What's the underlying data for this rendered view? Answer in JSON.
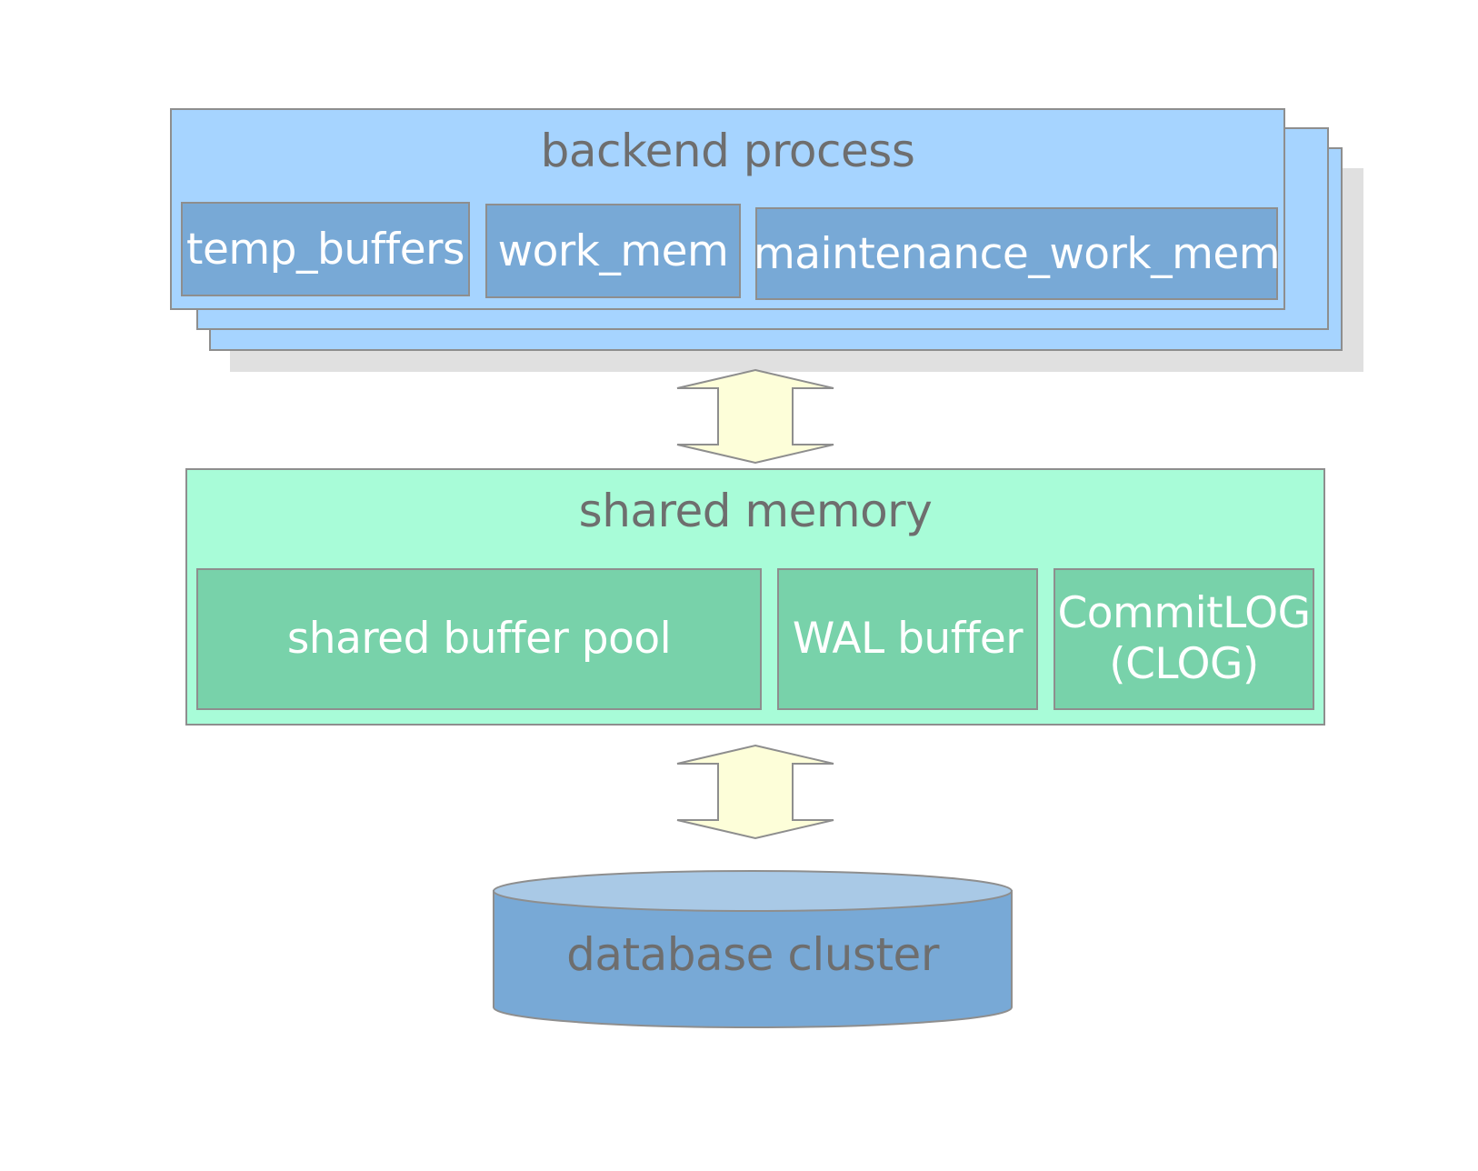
{
  "backend_process": {
    "title": "backend process",
    "boxes": [
      "temp_buffers",
      "work_mem",
      "maintenance_work_mem"
    ]
  },
  "shared_memory": {
    "title": "shared memory",
    "boxes": [
      "shared buffer pool",
      "WAL buffer",
      "CommitLOG",
      "(CLOG)"
    ]
  },
  "database_cluster": {
    "label": "database cluster"
  },
  "colors": {
    "backend_fill": "#a6d4ff",
    "backend_box": "#78a9d6",
    "shared_fill": "#a8fcd8",
    "shared_box": "#78d2aa",
    "arrow_fill": "#fdfed9",
    "db_body": "#78a9d6",
    "db_top": "#a9c9e6",
    "outline": "#8e8e8e",
    "title_text": "#6e6e6e"
  }
}
